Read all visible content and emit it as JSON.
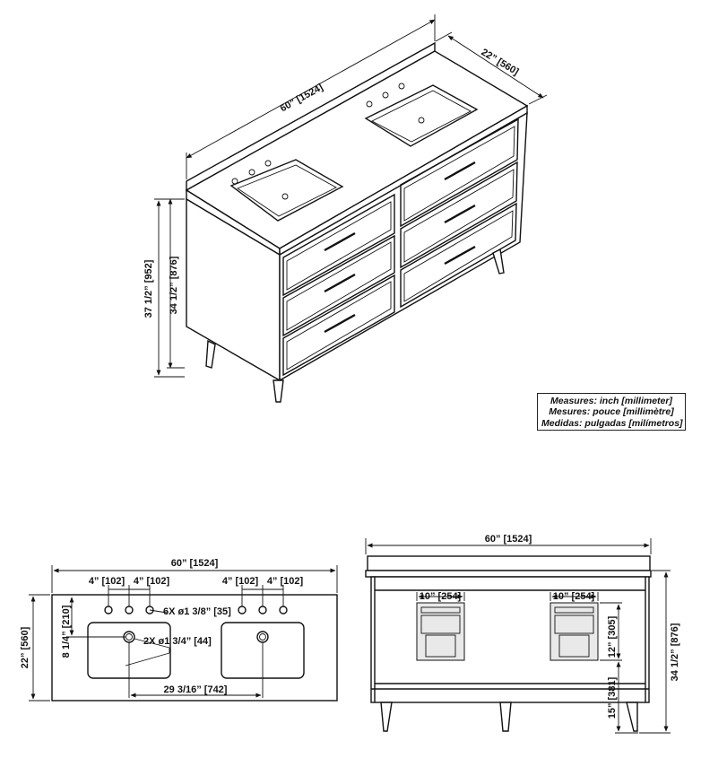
{
  "legend": {
    "lines": [
      "Measures: inch [millimeter]",
      "Mesures: pouce [millimètre]",
      "Medidas: pulgadas [milímetros]"
    ]
  },
  "iso_view": {
    "width_label": "60” [1524]",
    "depth_label": "22” [560]",
    "total_height_label": "37 1/2” [952]",
    "counter_height_label": "34 1/2” [876]"
  },
  "top_view": {
    "width_label": "60” [1524]",
    "depth_label": "22” [560]",
    "faucet_spacing_left_a": "4” [102]",
    "faucet_spacing_left_b": "4” [102]",
    "faucet_spacing_right_a": "4” [102]",
    "faucet_spacing_right_b": "4” [102]",
    "faucet_holes_label": "6X ø1 3/8” [35]",
    "drain_holes_label": "2X ø1 3/4” [44]",
    "hole_depth_label": "8 1/4” [210]",
    "sink_center_label": "29 3/16” [742]"
  },
  "back_view": {
    "width_label": "60” [1524]",
    "cutout_width_left": "10” [254]",
    "cutout_width_right": "10” [254]",
    "cutout_height_label": "12” [305]",
    "cutout_elevation_label": "15” [381]",
    "height_label": "34 1/2” [876]"
  }
}
